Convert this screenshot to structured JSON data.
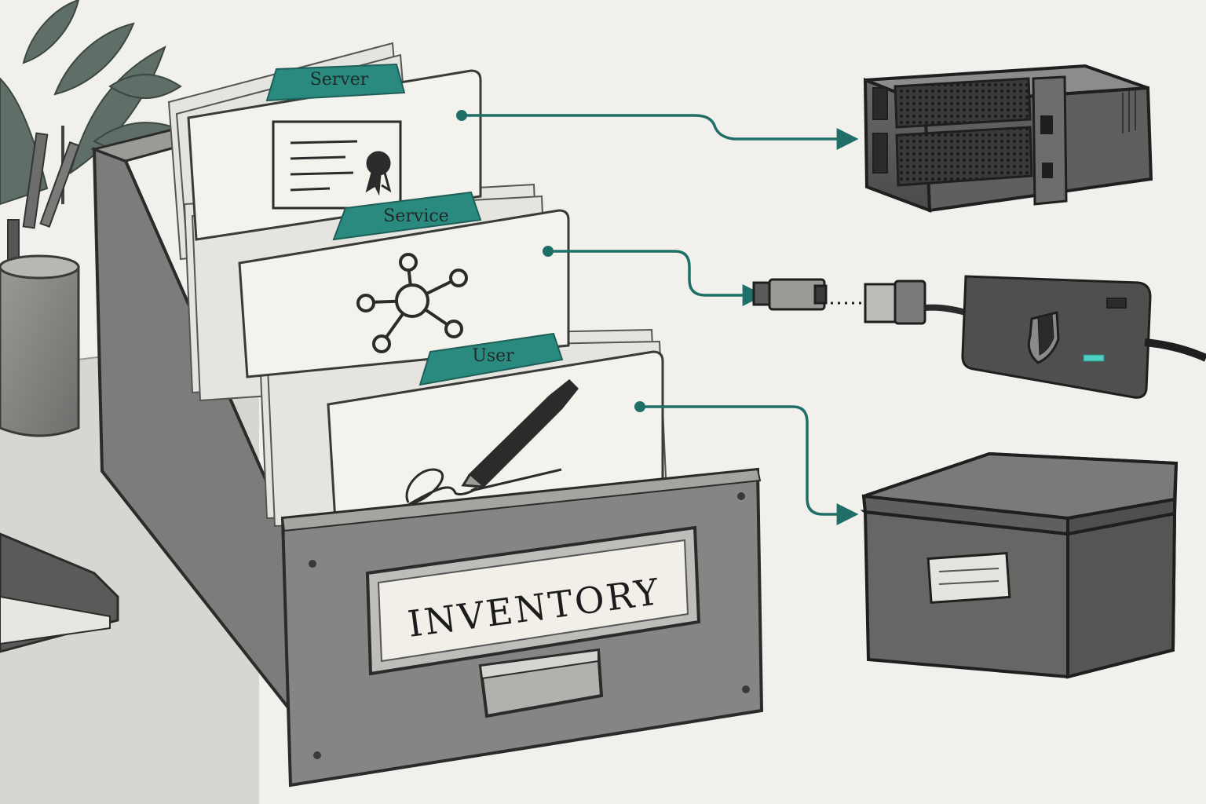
{
  "colors": {
    "accent": "#2a8a80",
    "connector": "#1f6f68",
    "ink": "#2b2b2b",
    "paper": "#f4f2ec",
    "metal": "#8a8a88"
  },
  "box": {
    "label": "INVENTORY"
  },
  "cards": [
    {
      "tab": "Server",
      "icon": "certificate-icon"
    },
    {
      "tab": "Service",
      "icon": "network-node-icon"
    },
    {
      "tab": "User",
      "icon": "fountain-pen-signature-icon"
    }
  ],
  "targets": [
    {
      "icon": "server-icon"
    },
    {
      "icon": "usb-security-key-icon"
    },
    {
      "icon": "storage-box-icon"
    }
  ]
}
